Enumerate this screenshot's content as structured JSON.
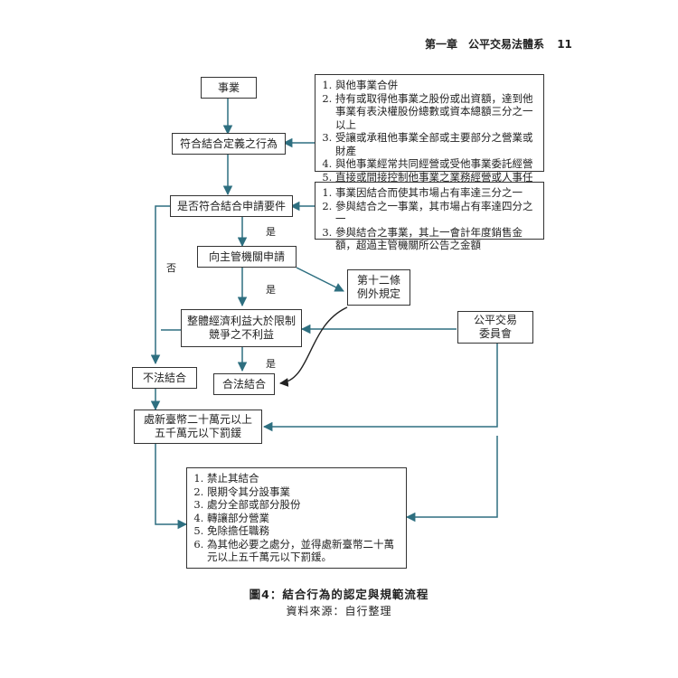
{
  "header": {
    "chapter": "第一章　公平交易法體系",
    "page_number": "11"
  },
  "nodes": {
    "business": "事業",
    "merger_definition": "符合結合定義之行為",
    "filing_required": "是否符合結合申請要件",
    "apply_authority": "向主管機關申請",
    "article_12_line1": "第十二條",
    "article_12_line2": "例外規定",
    "benefit_line1": "整體經濟利益大於限制",
    "benefit_line2": "競爭之不利益",
    "ftc_line1": "公平交易",
    "ftc_line2": "委員會",
    "illegal_merger": "不法結合",
    "legal_merger": "合法結合",
    "fine_line1": "處新臺幣二十萬元以上",
    "fine_line2": "五千萬元以下罰鍰"
  },
  "lists": {
    "merger_types": [
      "與他事業合併",
      "持有或取得他事業之股份或出資額，達到他事業有表決權股份總數或資本總額三分之一以上",
      "受讓或承租他事業全部或主要部分之營業或財產",
      "與他事業經常共同經營或受他事業委託經營",
      "直接或間接控制他事業之業務經營或人事任免"
    ],
    "filing_thresholds": [
      "事業因結合而使其市場占有率達三分之一",
      "參與結合之一事業，其市場占有率達四分之一",
      "參與結合之事業，其上一會計年度銷售金額，超過主管機關所公告之金額"
    ],
    "remedies": [
      "禁止其結合",
      "限期令其分設事業",
      "處分全部或部分股份",
      "轉讓部分營業",
      "免除擔任職務",
      "為其他必要之處分，並得處新臺幣二十萬元以上五千萬元以下罰鍰。"
    ]
  },
  "labels": {
    "yes": "是",
    "no": "否"
  },
  "caption": {
    "title": "圖4：結合行為的認定與規範流程",
    "source": "資料來源：自行整理"
  },
  "colors": {
    "arrow": "#2e6f80",
    "border": "#333333",
    "text": "#222222"
  }
}
